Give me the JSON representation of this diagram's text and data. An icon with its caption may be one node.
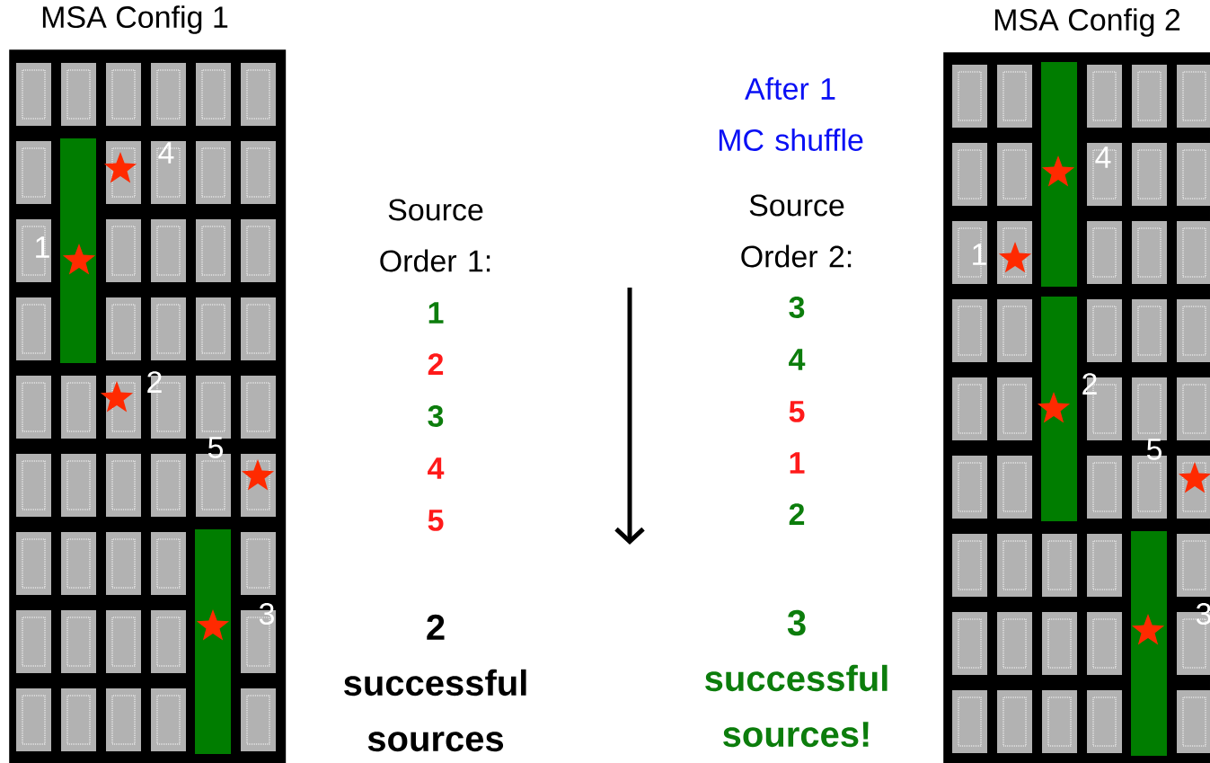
{
  "diagram": {
    "nodes": [
      {
        "text": [
          "MSA Config 1"
        ]
      },
      {
        "text": [
          "MSA Config 2"
        ]
      }
    ],
    "labels": [
      "After 1 MC shuffle",
      "4",
      "1",
      "2",
      "5",
      "3",
      "Source Order 1:",
      "1",
      "2",
      "3",
      "4",
      "5",
      "2 successful sources",
      "Source Order 2:",
      "3",
      "4",
      "5",
      "1",
      "2",
      "3 successful sources!",
      "4",
      "1",
      "2",
      "5",
      "3"
    ]
  }
}
